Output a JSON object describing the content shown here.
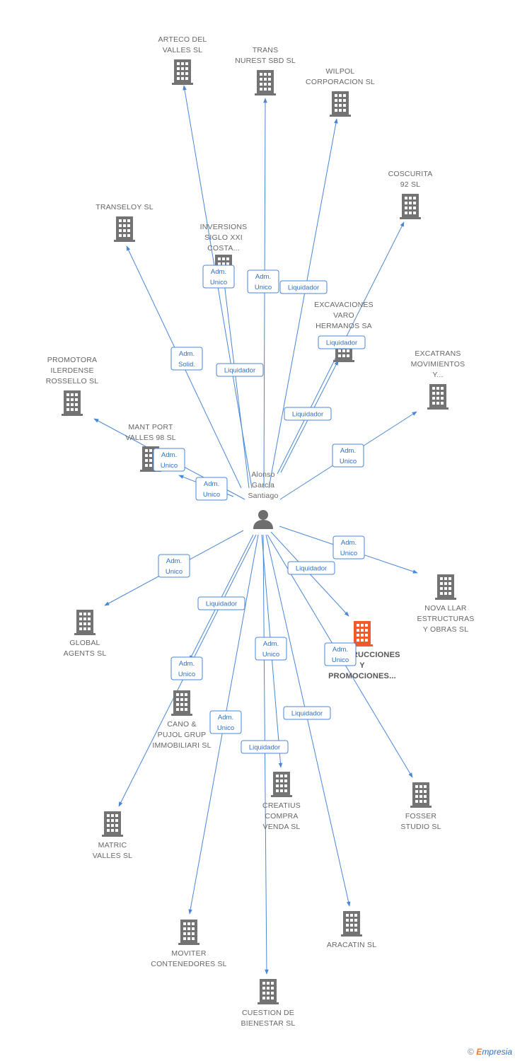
{
  "colors": {
    "edge": "#4a86d6",
    "building": "#737373",
    "focus_building": "#f15a2b",
    "person": "#6e6e6e"
  },
  "center": {
    "id": "center",
    "lines": [
      "Alonso",
      "Garcia",
      "Santiago"
    ],
    "icon": "person-icon"
  },
  "nodes": [
    {
      "id": "arteco",
      "lines": [
        "ARTECO DEL",
        "VALLES SL"
      ],
      "icon": "building-icon"
    },
    {
      "id": "trans",
      "lines": [
        "TRANS",
        "NUREST SBD SL"
      ],
      "icon": "building-icon"
    },
    {
      "id": "wilpol",
      "lines": [
        "WILPOL",
        "CORPORACION SL"
      ],
      "icon": "building-icon"
    },
    {
      "id": "coscurita",
      "lines": [
        "COSCURITA",
        "92 SL"
      ],
      "icon": "building-icon"
    },
    {
      "id": "transeloy",
      "lines": [
        "TRANSELOY SL"
      ],
      "icon": "building-icon"
    },
    {
      "id": "inversions",
      "lines": [
        "INVERSIONS",
        "SIGLO XXI",
        "COSTA..."
      ],
      "icon": "building-icon"
    },
    {
      "id": "excavaciones",
      "lines": [
        "EXCAVACIONES",
        "VARO",
        "HERMANOS SA"
      ],
      "icon": "building-icon"
    },
    {
      "id": "promotora",
      "lines": [
        "PROMOTORA",
        "ILERDENSE",
        "ROSSELLO SL"
      ],
      "icon": "building-icon"
    },
    {
      "id": "excatrans",
      "lines": [
        "EXCATRANS",
        "MOVIMIENTOS",
        "Y..."
      ],
      "icon": "building-icon"
    },
    {
      "id": "mantport",
      "lines": [
        "MANT PORT",
        "VALLES 98 SL"
      ],
      "icon": "building-icon"
    },
    {
      "id": "novallar",
      "lines": [
        "NOVA LLAR",
        "ESTRUCTURAS",
        "Y OBRAS SL"
      ],
      "icon": "building-icon"
    },
    {
      "id": "global",
      "lines": [
        "GLOBAL",
        "AGENTS SL"
      ],
      "icon": "building-icon"
    },
    {
      "id": "construcciones",
      "lines": [
        "CONSTRUCCIONES",
        "Y",
        "PROMOCIONES..."
      ],
      "icon": "building-icon",
      "focus": true
    },
    {
      "id": "cano",
      "lines": [
        "CANO &",
        "PUJOL GRUP",
        "IMMOBILIARI SL"
      ],
      "icon": "building-icon"
    },
    {
      "id": "creatius",
      "lines": [
        "CREATIUS",
        "COMPRA",
        "VENDA SL"
      ],
      "icon": "building-icon"
    },
    {
      "id": "fosser",
      "lines": [
        "FOSSER",
        "STUDIO SL"
      ],
      "icon": "building-icon"
    },
    {
      "id": "matric",
      "lines": [
        "MATRIC",
        "VALLES SL"
      ],
      "icon": "building-icon"
    },
    {
      "id": "moviter",
      "lines": [
        "MOVITER",
        "CONTENEDORES SL"
      ],
      "icon": "building-icon"
    },
    {
      "id": "aracatin",
      "lines": [
        "ARACATIN SL"
      ],
      "icon": "building-icon"
    },
    {
      "id": "cuestion",
      "lines": [
        "CUESTION DE",
        "BIENESTAR SL"
      ],
      "icon": "building-icon"
    }
  ],
  "relations": [
    {
      "target": "inversions",
      "lines": [
        "Adm.",
        "Unico"
      ]
    },
    {
      "target": "trans",
      "lines": [
        "Adm.",
        "Unico"
      ]
    },
    {
      "target": "wilpol",
      "lines": [
        "Liquidador"
      ]
    },
    {
      "target": "excavaciones",
      "lines": [
        "Liquidador"
      ]
    },
    {
      "target": "transeloy",
      "lines": [
        "Adm.",
        "Solid."
      ]
    },
    {
      "target": "arteco",
      "lines": [
        "Liquidador"
      ]
    },
    {
      "target": "coscurita",
      "lines": [
        "Liquidador"
      ]
    },
    {
      "target": "excatrans",
      "lines": [
        "Adm.",
        "Unico"
      ]
    },
    {
      "target": "promotora",
      "lines": [
        "Adm.",
        "Unico"
      ]
    },
    {
      "target": "mantport",
      "lines": [
        "Adm.",
        "Unico"
      ]
    },
    {
      "target": "novallar",
      "lines": [
        "Adm.",
        "Unico"
      ]
    },
    {
      "target": "construcciones",
      "lines": [
        "Liquidador"
      ]
    },
    {
      "target": "global",
      "lines": [
        "Adm.",
        "Unico"
      ]
    },
    {
      "target": "matric",
      "lines": [
        "Liquidador"
      ]
    },
    {
      "target": "cano",
      "lines": [
        "Adm.",
        "Unico"
      ]
    },
    {
      "target": "cuestion",
      "lines": [
        "Adm.",
        "Unico"
      ]
    },
    {
      "target": "fosser",
      "lines": [
        "Adm.",
        "Unico"
      ]
    },
    {
      "target": "moviter",
      "lines": [
        "Adm.",
        "Unico"
      ]
    },
    {
      "target": "aracatin",
      "lines": [
        "Liquidador"
      ]
    },
    {
      "target": "creatius",
      "lines": [
        "Liquidador"
      ]
    }
  ],
  "footer": {
    "copyright": "©",
    "brand_initial": "E",
    "brand_rest": "mpresia"
  }
}
